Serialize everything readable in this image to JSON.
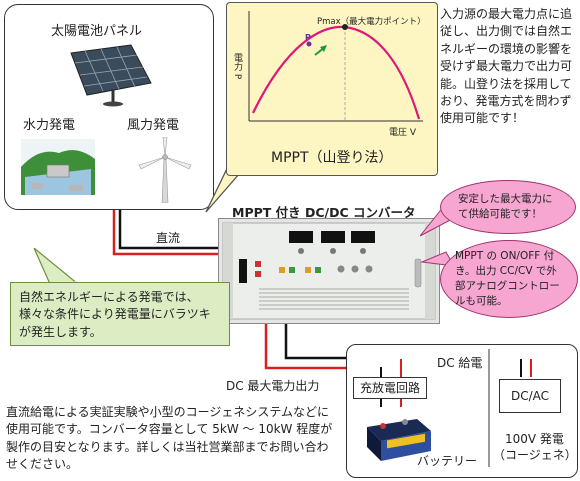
{
  "sources": {
    "solar_label": "太陽電池パネル",
    "hydro_label": "水力発電",
    "wind_label": "風力発電"
  },
  "mppt_graph": {
    "title": "MPPT（山登り法）",
    "xlabel": "電圧 V",
    "ylabel": "電力 P",
    "pmax_label": "Pmax（最大電力ポイント）",
    "point_label": "P",
    "curve_color": "#e0177a",
    "marker_color": "#1a9a3a"
  },
  "mppt_description": "入力源の最大電力点に追従し、出力側では自然エネルギーの環境の影響を受けず最大電力で出力可能。山登り法を採用しており、発電方式を問わず使用可能です！",
  "device": {
    "title": "MPPT 付き DC/DC コンバータ"
  },
  "labels": {
    "dc_input": "直流",
    "dc_output": "DC 最大電力出力",
    "dc_supply": "DC 給電",
    "charge_circuit": "充放電回路",
    "battery": "バッテリー",
    "dcac": "DC/AC",
    "generation_100v": "100V 発電",
    "cogeneration": "（コージェネ）"
  },
  "nature_note": "自然エネルギーによる発電では、様々な条件により発電量にバラツキが発生します。",
  "bubble_1": "安定した最大電力にて供給可能です！",
  "bubble_2": "MPPT の ON/OFF 付き。出力 CC/CV で外部アナログコントロールも可能。",
  "footer_note": "直流給電による実証実験や小型のコージェネシステムなどに使用可能です。コンバータ容量として 5kW ～ 10kW 程度が製作の目安となります。詳しくは当社営業部までお問い合わせください。",
  "wire_colors": {
    "positive": "#d92020",
    "negative": "#111111"
  }
}
